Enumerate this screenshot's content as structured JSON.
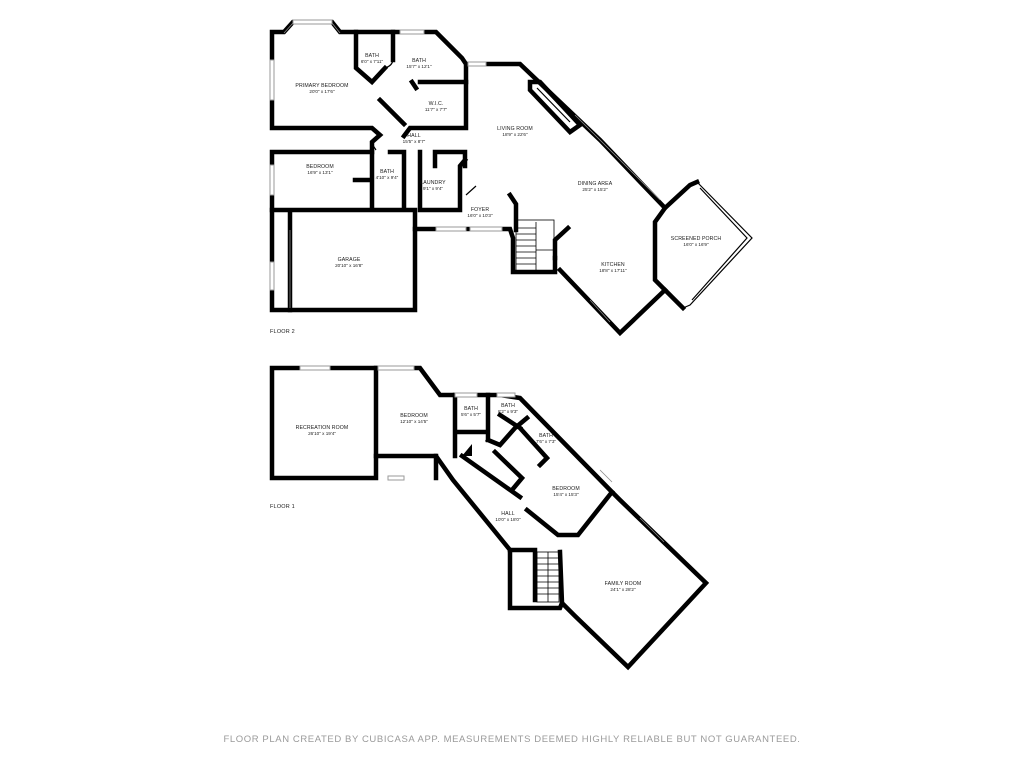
{
  "floors": [
    {
      "label": "FLOOR 2"
    },
    {
      "label": "FLOOR 1"
    }
  ],
  "rooms": {
    "primary_bedroom": {
      "name": "PRIMARY BEDROOM",
      "dim": "20'0\" x 17'6\""
    },
    "bath_small": {
      "name": "BATH",
      "dim": "6'0\" x 7'11\""
    },
    "bath_primary": {
      "name": "BATH",
      "dim": "15'7\" x 12'1\""
    },
    "wic": {
      "name": "W.I.C.",
      "dim": "11'7\" x 7'7\""
    },
    "hall_2": {
      "name": "HALL",
      "dim": "15'5\" x 8'7\""
    },
    "bedroom_2": {
      "name": "BEDROOM",
      "dim": "16'9\" x 13'1\""
    },
    "bath_hall": {
      "name": "BATH",
      "dim": "4'10\" x 9'4\""
    },
    "laundry": {
      "name": "LAUNDRY",
      "dim": "9'1\" x 9'4\""
    },
    "foyer": {
      "name": "FOYER",
      "dim": "16'0\" x 10'3\""
    },
    "living_room": {
      "name": "LIVING ROOM",
      "dim": "18'9\" x 22'6\""
    },
    "dining_area": {
      "name": "DINING AREA",
      "dim": "25'2\" x 15'2\""
    },
    "kitchen": {
      "name": "KITCHEN",
      "dim": "18'8\" x 17'11\""
    },
    "screened_porch": {
      "name": "SCREENED PORCH",
      "dim": "16'0\" x 16'9\""
    },
    "garage": {
      "name": "GARAGE",
      "dim": "20'10\" x 16'8\""
    },
    "recreation_room": {
      "name": "RECREATION ROOM",
      "dim": "26'10\" x 19'4\""
    },
    "bedroom_1a": {
      "name": "BEDROOM",
      "dim": "12'10\" x 14'5\""
    },
    "bath_1a": {
      "name": "BATH",
      "dim": "5'6\" x 5'7\""
    },
    "bath_1b": {
      "name": "BATH",
      "dim": "8'2\" x 9'3\""
    },
    "bath_1c": {
      "name": "BATH",
      "dim": "7'6\" x 7'3\""
    },
    "bedroom_1b": {
      "name": "BEDROOM",
      "dim": "15'4\" x 15'3\""
    },
    "hall_1": {
      "name": "HALL",
      "dim": "10'0\" x 18'0\""
    },
    "family_room": {
      "name": "FAMILY ROOM",
      "dim": "24'1\" x 28'2\""
    }
  },
  "disclaimer": "FLOOR PLAN CREATED BY CUBICASA APP. MEASUREMENTS DEEMED HIGHLY RELIABLE BUT NOT GUARANTEED."
}
